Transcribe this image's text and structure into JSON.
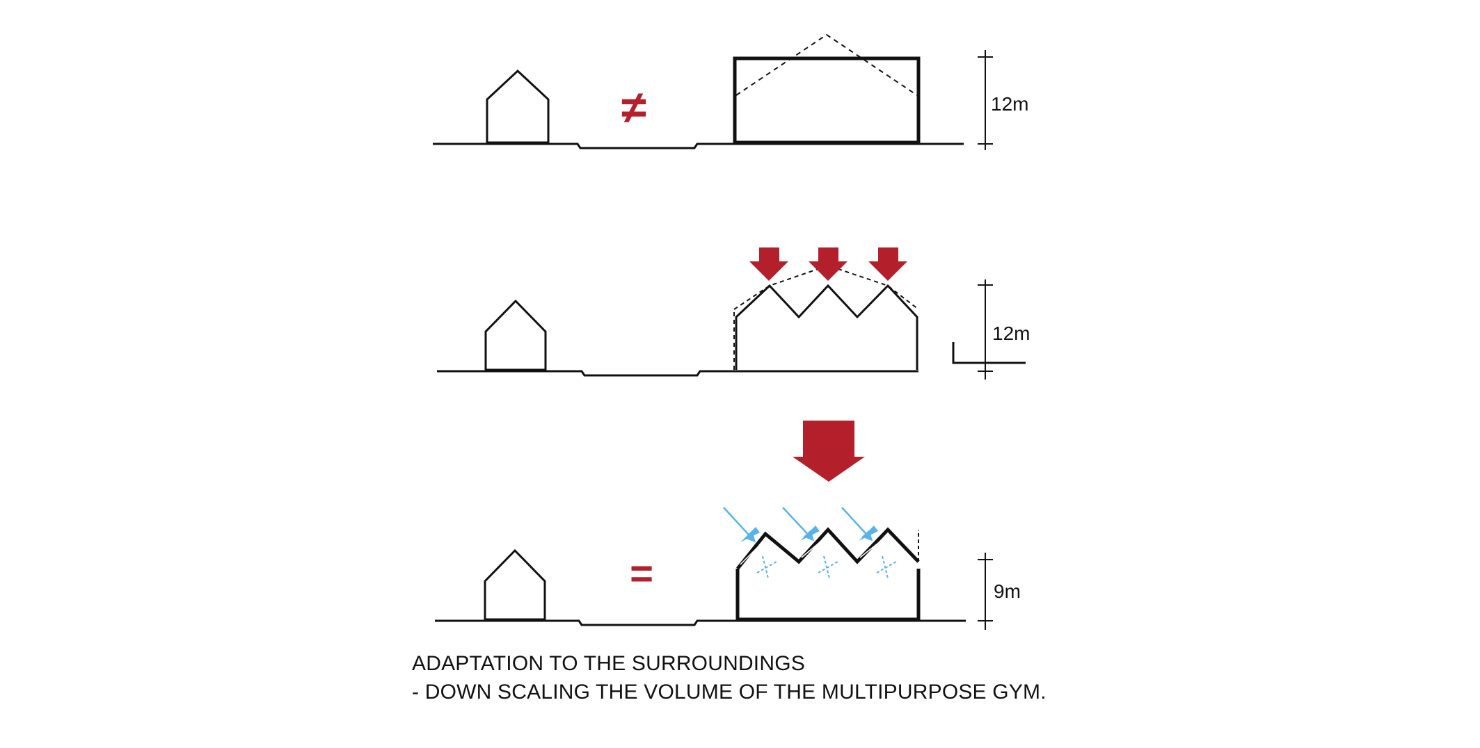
{
  "diagram": {
    "rows": [
      {
        "symbol": "≠",
        "dimension_label": "12m"
      },
      {
        "symbol": "",
        "dimension_label": "12m"
      },
      {
        "symbol": "=",
        "dimension_label": "9m"
      }
    ],
    "caption_line1": "ADAPTATION TO THE SURROUNDINGS",
    "caption_line2": "- DOWN SCALING THE VOLUME OF THE MULTIPURPOSE GYM."
  },
  "colors": {
    "accent_red": "#b3202c",
    "light_blue": "#58b4e8",
    "line": "#111111"
  },
  "icons": [
    "down-arrow-icon",
    "light-arrow-icon"
  ]
}
